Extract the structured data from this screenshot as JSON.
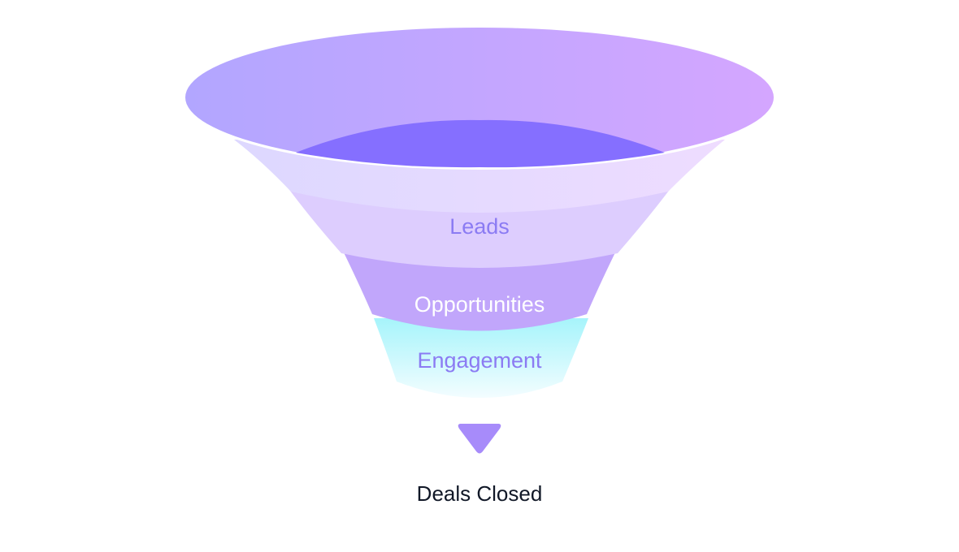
{
  "stages": [
    {
      "label": "Leads",
      "color": "#8b7bf3"
    },
    {
      "label": "Opportunities",
      "color": "#ffffff"
    },
    {
      "label": "Engagement",
      "color": "#8b7bf3"
    }
  ],
  "result": {
    "label": "Deals Closed",
    "color": "#111827"
  },
  "colors": {
    "rim_start": "#b2a6ff",
    "rim_end": "#d4a6ff",
    "inner_top": "#856fff",
    "leads_band": "#ddcdfe",
    "opportunities_band": "#c1a6fb",
    "engagement_top": "#a6f4fb",
    "arrow": "#a78bfa"
  },
  "icons": {
    "arrow": "down-triangle-icon"
  }
}
